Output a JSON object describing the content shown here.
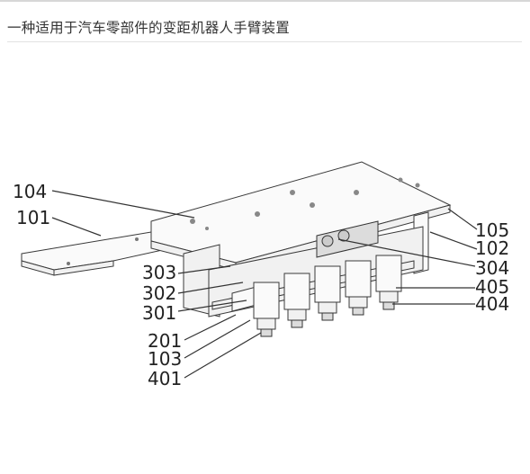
{
  "title": "一种适用于汽车零部件的变距机器人手臂装置",
  "figure": {
    "labels": {
      "l104": "104",
      "l101": "101",
      "l105": "105",
      "l102": "102",
      "l303": "303",
      "l304": "304",
      "l302": "302",
      "l405": "405",
      "l301": "301",
      "l404": "404",
      "l201": "201",
      "l103": "103",
      "l401": "401"
    }
  }
}
